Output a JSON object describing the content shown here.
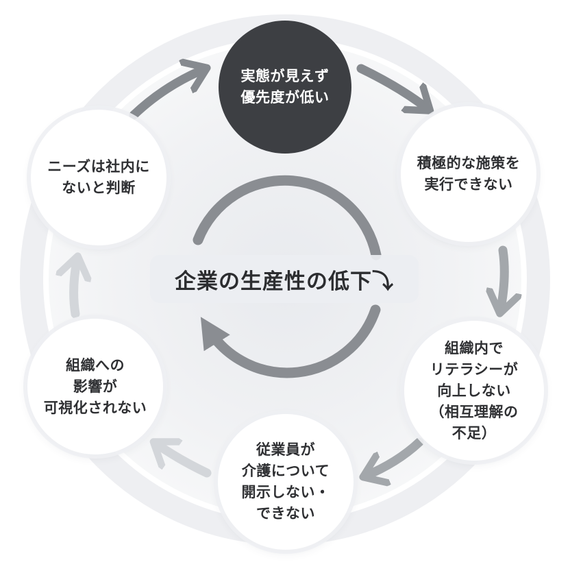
{
  "center": {
    "title": "企業の生産性の低下⤵"
  },
  "nodes": [
    {
      "label": "実態が見えず\n優先度が低い",
      "style": "dark"
    },
    {
      "label": "積極的な施策を\n実行できない",
      "style": "light"
    },
    {
      "label": "組織内で\nリテラシーが\n向上しない\n（相互理解の\n不足）",
      "style": "light"
    },
    {
      "label": "従業員が\n介護について\n開示しない・\nできない",
      "style": "light"
    },
    {
      "label": "組織への\n影響が\n可視化されない",
      "style": "light"
    },
    {
      "label": "ニーズは社内に\nないと判断",
      "style": "light"
    }
  ],
  "colors": {
    "dark_node": "#3d3f43",
    "arrow_dark": "#868a8f",
    "arrow_mid": "#a3a7ab",
    "arrow_light": "#d3d6da",
    "ring": "#eeeff2",
    "center_cycle": "#8a8d92"
  }
}
